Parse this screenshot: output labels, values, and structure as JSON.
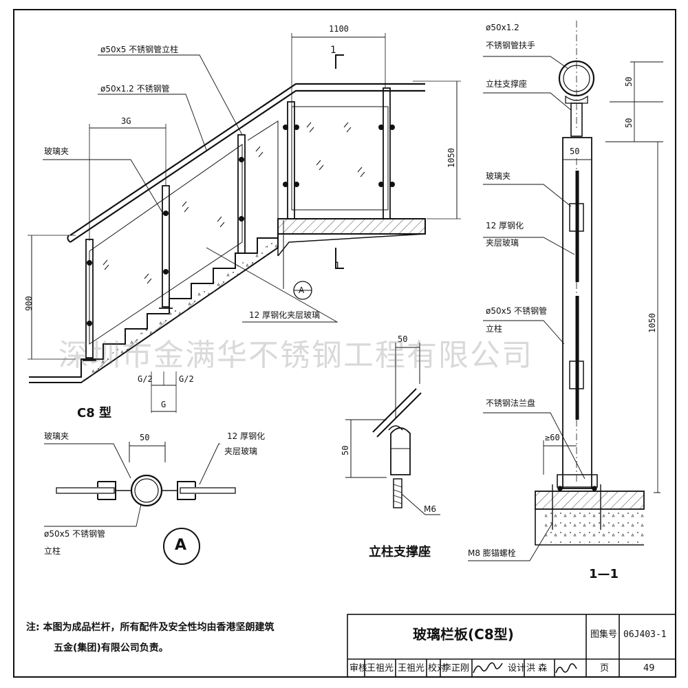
{
  "elevation": {
    "title": "C8 型",
    "dim_1100": "1100",
    "dim_1050": "1050",
    "dim_900": "900",
    "dim_3g": "3G",
    "dim_g2": "G/2",
    "dim_g": "G",
    "section_mark_top": "1",
    "section_mark_bottom": "1",
    "detail_callout": "A",
    "label_post_pipe": "ø50x5 不锈钢管立柱",
    "label_pipe": "ø50x1.2 不锈钢管",
    "label_glass_clip": "玻璃夹",
    "label_glass": "12 厚钢化夹层玻璃"
  },
  "detail_a": {
    "mark": "A",
    "dim_50": "50",
    "label_glass_clip": "玻璃夹",
    "label_glass_1": "12 厚钢化",
    "label_glass_2": "夹层玻璃",
    "label_post_1": "ø50x5 不锈钢管",
    "label_post_2": "立柱"
  },
  "post_support": {
    "title": "立柱支撑座",
    "dim_top": "50",
    "dim_left": "50",
    "label_m6": "M6"
  },
  "section": {
    "title": "1—1",
    "label_handrail_1": "ø50x1.2",
    "label_handrail_2": "不锈钢管扶手",
    "label_seat": "立柱支撑座",
    "label_clip": "玻璃夹",
    "label_glass_1": "12 厚钢化",
    "label_glass_2": "夹层玻璃",
    "label_post_1": "ø50x5 不锈钢管",
    "label_post_2": "立柱",
    "label_flange": "不锈钢法兰盘",
    "label_bolt": "M8 膨锚螺栓",
    "dim_50": "50",
    "dim_50_upper": "50",
    "dim_50_lower": "50",
    "dim_1050": "1050",
    "dim_60": "≥60"
  },
  "note": {
    "line1": "注: 本图为成品栏杆，所有配件及安全性均由香港坚朗建筑",
    "line2": "五金(集团)有限公司负责。"
  },
  "title_block": {
    "title": "玻璃栏板(C8型)",
    "atlas_label": "图集号",
    "atlas_number": "06J403-1",
    "review_label": "审核",
    "review_name": "王祖光",
    "review_sign": "王祖光",
    "check_label": "校对",
    "check_name": "李正刚",
    "design_label": "设计",
    "design_name": "洪 森",
    "page_label": "页",
    "page_number": "49"
  },
  "watermark": "深圳市金满华不锈钢工程有限公司"
}
